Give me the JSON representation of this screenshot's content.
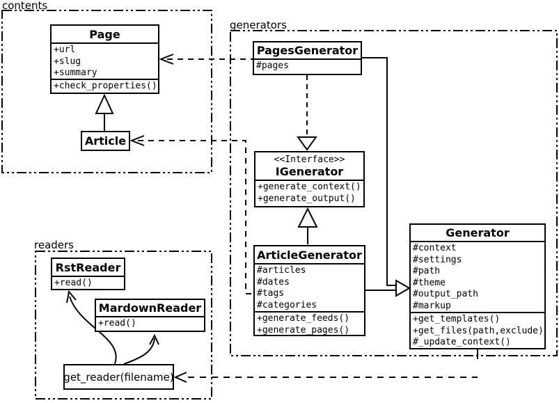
{
  "colors": {
    "ink": "#000000",
    "background": "#ffffff"
  },
  "packages": {
    "contents": {
      "label": "contents"
    },
    "generators": {
      "label": "generators"
    },
    "readers": {
      "label": "readers"
    }
  },
  "classes": {
    "page": {
      "title": "Page",
      "attributes": [
        "+url",
        "+slug",
        "+summary"
      ],
      "methods": [
        "+check_properties()"
      ]
    },
    "article": {
      "title": "Article"
    },
    "pages_generator": {
      "title": "PagesGenerator",
      "attributes": [
        "#pages"
      ]
    },
    "igenerator": {
      "stereotype": "<<Interface>>",
      "title": "IGenerator",
      "methods": [
        "+generate_context()",
        "+generate_output()"
      ]
    },
    "article_generator": {
      "title": "ArticleGenerator",
      "attributes": [
        "#articles",
        "#dates",
        "#tags",
        "#categories"
      ],
      "methods": [
        "+generate_feeds()",
        "+generate_pages()"
      ]
    },
    "generator": {
      "title": "Generator",
      "attributes": [
        "#context",
        "#settings",
        "#path",
        "#theme",
        "#output_path",
        "#markup"
      ],
      "methods": [
        "+get_templates()",
        "+get_files(path,exclude)",
        "#_update_context()"
      ]
    },
    "rst_reader": {
      "title": "RstReader",
      "methods": [
        "+read()"
      ]
    },
    "mardown_reader": {
      "title": "MardownReader",
      "methods": [
        "+read()"
      ]
    },
    "get_reader": {
      "label": "get_reader(filename)"
    }
  }
}
